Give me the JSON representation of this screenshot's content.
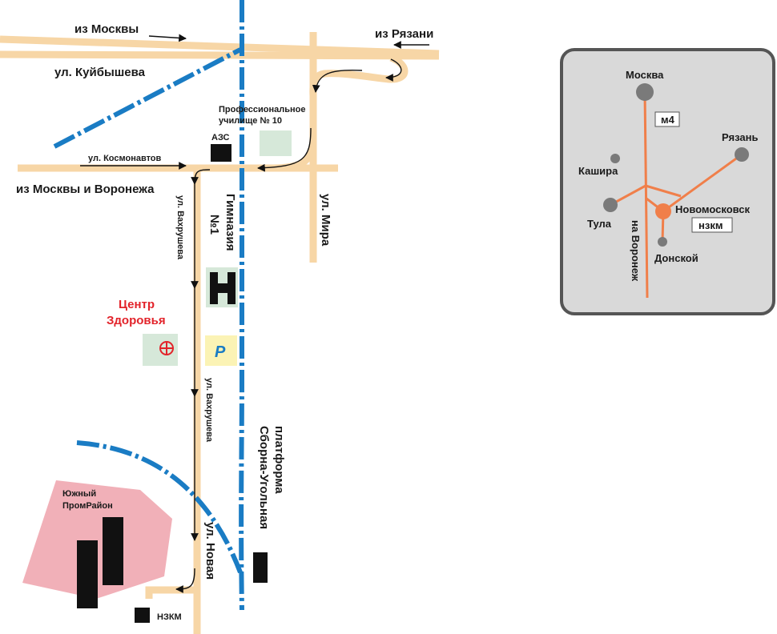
{
  "main_map": {
    "roads": {
      "kuibysheva": "ул. Куйбышева",
      "kosmonavtov": "ул. Космонавтов",
      "vakhrusheva_1": "ул. Вахрушева",
      "vakhrusheva_2": "ул. Вахрушева",
      "novaya": "ул. Новая",
      "mira": "ул. Мира"
    },
    "directions": {
      "from_moscow": "из Москвы",
      "from_ryazan": "из Рязани",
      "from_moscow_voronezh": "из Москвы и Воронежа"
    },
    "places": {
      "azs": "АЗС",
      "pu_line1": "Профессиональное",
      "pu_line2": "училище № 10",
      "gymnasium_line1": "Гимназия",
      "gymnasium_line2": "№1",
      "health_line1": "Центр",
      "health_line2": "Здоровья",
      "parking": "P",
      "platform_line1": "платформа",
      "platform_line2": "Сборна-Угольная",
      "prom_line1": "Южный",
      "prom_line2": "ПромРайон",
      "nzkm": "НЗКМ"
    }
  },
  "inset_map": {
    "cities": {
      "moscow": "Москва",
      "ryazan": "Рязань",
      "kashira": "Кашира",
      "tula": "Тула",
      "novomoskovsk": "Новомосковск",
      "donskoy": "Донской"
    },
    "highway": "м4",
    "to_voronezh": "на Воронеж",
    "company": "нзкм"
  },
  "colors": {
    "road": "#f7d6a6",
    "railway": "#1a7cc4",
    "building": "#111111",
    "green_box": "#d6e8d9",
    "yellow_box": "#fbf3b5",
    "industrial": "#f1b0b8",
    "health_red": "#e2232a",
    "inset_route": "#f07f4a",
    "inset_city": "#7a7a7a",
    "inset_bg": "#d9d9d9",
    "inset_border": "#555555"
  }
}
